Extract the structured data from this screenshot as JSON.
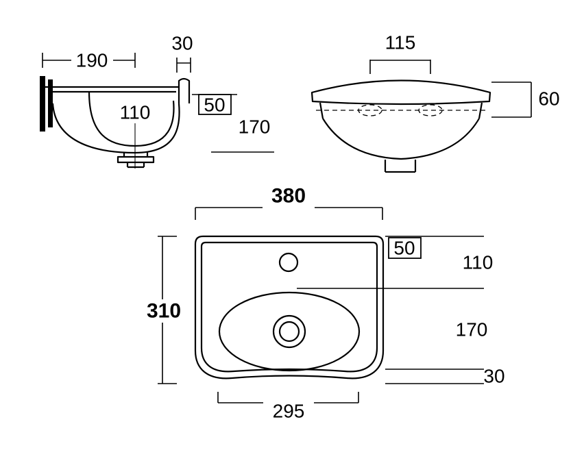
{
  "colors": {
    "background": "#ffffff",
    "line": "#000000"
  },
  "views": {
    "side_section": {
      "dims": {
        "overall_depth": "190",
        "front_lip": "30",
        "bowl_depth": "110",
        "boxed_offset": "50",
        "overall_height": "170"
      }
    },
    "front": {
      "dims": {
        "hole_spacing": "115",
        "apron_height": "60"
      }
    },
    "plan": {
      "dims": {
        "overall_width": "380",
        "overall_depth": "310",
        "boxed_offset": "50",
        "back_section": "110",
        "mid_section": "170",
        "front_section": "30",
        "inner_width": "295"
      }
    }
  }
}
